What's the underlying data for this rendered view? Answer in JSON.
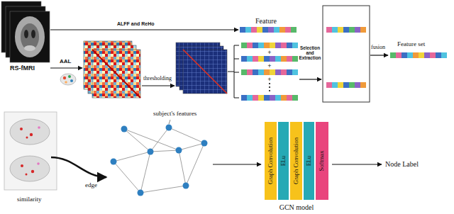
{
  "diagram": {
    "nodes": [
      {
        "text": [
          "Graph Convolution"
        ]
      },
      {
        "text": [
          "ELu"
        ]
      },
      {
        "text": [
          "Graph Convolution"
        ]
      },
      {
        "text": [
          "ELu"
        ]
      },
      {
        "text": [
          "Softmax"
        ]
      }
    ],
    "labels": [
      "Feature",
      "ALFF and ReHo",
      "RS-fMRI",
      "AAL",
      "thresholding",
      "+",
      "+",
      "+",
      "Selection and Extraction",
      "fusion",
      "Feature set",
      "subject's features",
      "edge",
      "similarity",
      "GCN model",
      "Node Label"
    ]
  }
}
